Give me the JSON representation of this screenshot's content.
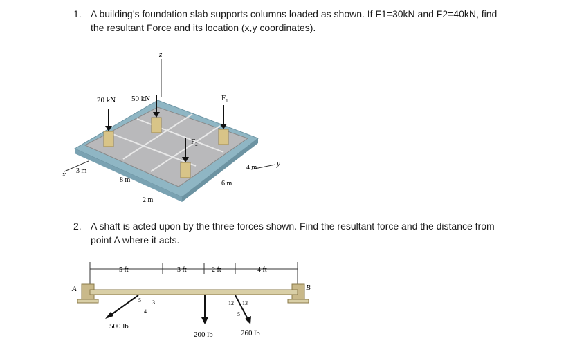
{
  "q1": {
    "number": "1.",
    "line1": "A building’s foundation slab supports columns loaded as shown. If F1=30kN and F2=40kN, find",
    "line2": "the resultant Force and its location (x,y coordinates)."
  },
  "q2": {
    "number": "2.",
    "line1": "A shaft is acted upon by the three forces shown. Find the resultant force and the distance from",
    "line2": "point A where it acts."
  },
  "figure1": {
    "load_20": "20 kN",
    "load_50": "50 kN",
    "f1": "F",
    "f1_sub": "1",
    "f2": "F",
    "f2_sub": "2",
    "axis_z": "z",
    "axis_x": "x",
    "axis_y": "y",
    "dim_3m": "3 m",
    "dim_8m": "8 m",
    "dim_2m": "2 m",
    "dim_6m": "6 m",
    "dim_4m": "4 m",
    "colors": {
      "slab": "#b9b9bb",
      "base": "#8fb6c4",
      "column": "#d8c488"
    }
  },
  "figure2": {
    "dim_5ft": "5 ft",
    "dim_3ft": "3 ft",
    "dim_2ft": "2 ft",
    "dim_4ft": "4 ft",
    "point_a": "A",
    "point_b": "B",
    "force_500": "500 lb",
    "force_200": "200 lb",
    "force_260": "260 lb",
    "slope_5": "5",
    "slope_3": "3",
    "slope_4": "4",
    "slope_12": "12",
    "slope_13": "13",
    "slope_5b": "5",
    "colors": {
      "shaft": "#d9cfa6",
      "bearing": "#c9b98a"
    }
  }
}
